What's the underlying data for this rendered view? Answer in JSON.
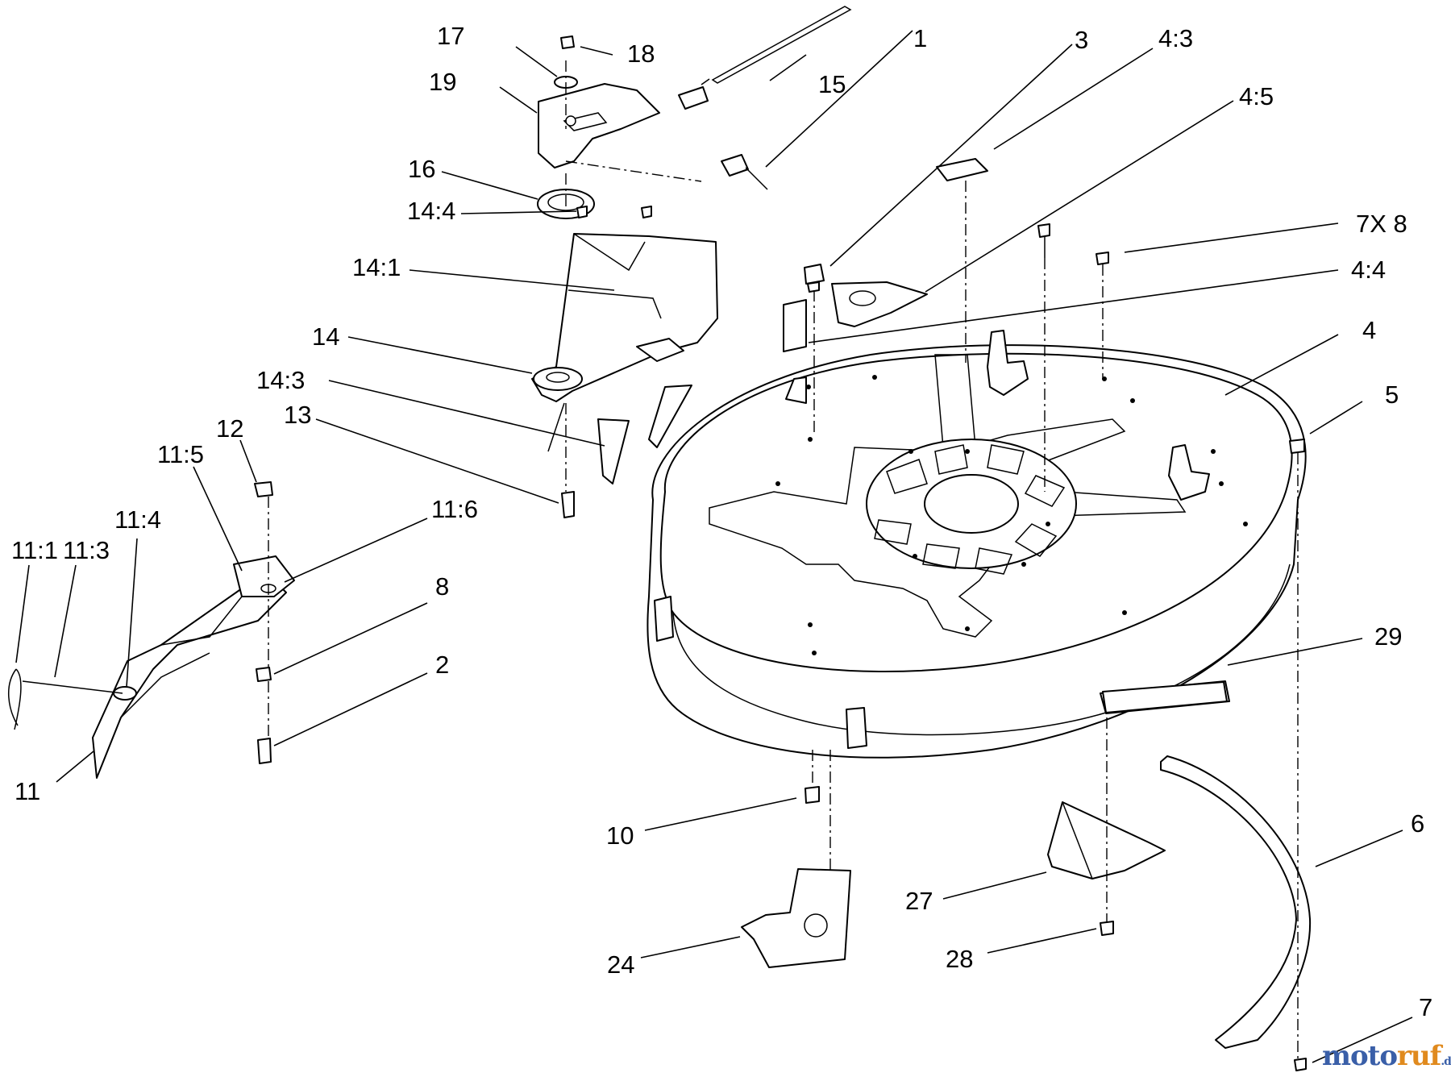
{
  "callouts": {
    "c1": "1",
    "c2": "2",
    "c3": "3",
    "c4": "4",
    "c4_3": "4:3",
    "c4_4": "4:4",
    "c4_5": "4:5",
    "c5": "5",
    "c6": "6",
    "c7": "7",
    "c7x8": "7X 8",
    "c8": "8",
    "c10": "10",
    "c11": "11",
    "c11_1": "11:1",
    "c11_3": "11:3",
    "c11_4": "11:4",
    "c11_5": "11:5",
    "c11_6": "11:6",
    "c12": "12",
    "c13": "13",
    "c14": "14",
    "c14_1": "14:1",
    "c14_3": "14:3",
    "c14_4": "14:4",
    "c15": "15",
    "c16": "16",
    "c17": "17",
    "c18": "18",
    "c19": "19",
    "c24": "24",
    "c27": "27",
    "c28": "28",
    "c29": "29"
  },
  "watermark": {
    "part1": "moto",
    "part2": "ruf",
    "suffix": ".de"
  }
}
